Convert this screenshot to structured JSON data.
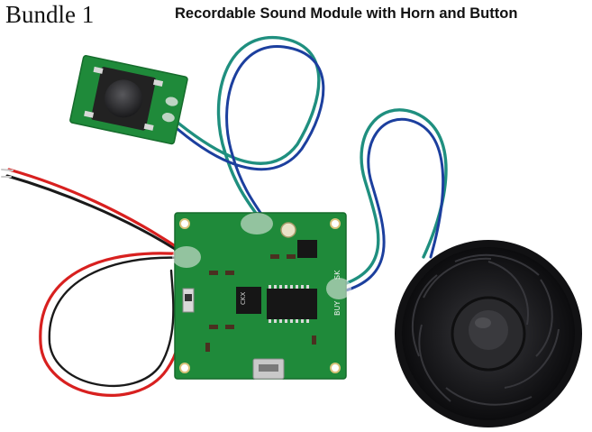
{
  "header": {
    "bundle_label": "Bundle 1",
    "product_title": "Recordable Sound Module with Horn and Button"
  },
  "photo": {
    "items": [
      {
        "name": "push-button-board",
        "icon": "push-button-icon"
      },
      {
        "name": "sound-module-board",
        "icon": "circuit-board-icon"
      },
      {
        "name": "speaker-horn",
        "icon": "speaker-icon"
      },
      {
        "name": "power-wires",
        "icon": "wire-icon"
      }
    ],
    "board_marks": {
      "chip_label": "CKX",
      "pad_labels": [
        "BUY",
        "SK"
      ]
    }
  },
  "colors": {
    "pcb_green": "#1f8a3a",
    "wire_red": "#d8201f",
    "wire_black": "#1a1a1a",
    "wire_teal": "#1f8f7f",
    "wire_blue": "#1c3f9e",
    "speaker_black": "#1b1b1d"
  }
}
